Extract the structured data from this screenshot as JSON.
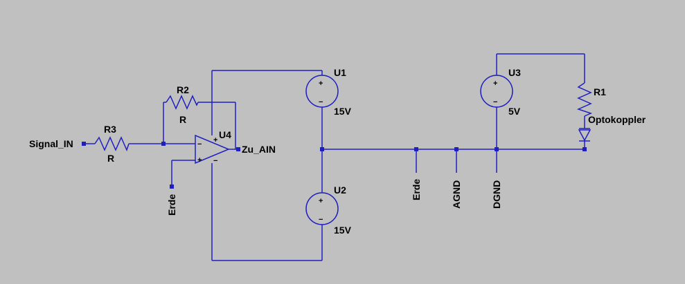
{
  "colors": {
    "background": "#c0c0c0",
    "wire": "#1f1fbf",
    "text": "#000000"
  },
  "components": {
    "r3": {
      "ref": "R3",
      "value": "R"
    },
    "r2": {
      "ref": "R2",
      "value": "R"
    },
    "r1": {
      "ref": "R1"
    },
    "u4": {
      "ref": "U4",
      "plus": "+",
      "minus": "−"
    },
    "u1": {
      "ref": "U1",
      "value": "15V",
      "plus": "+",
      "minus": "−"
    },
    "u2": {
      "ref": "U2",
      "value": "15V",
      "plus": "+",
      "minus": "−"
    },
    "u3": {
      "ref": "U3",
      "value": "5V",
      "plus": "+",
      "minus": "−"
    },
    "d1": {
      "label": "Optokoppler"
    }
  },
  "nets": {
    "signal_in": "Signal_IN",
    "zu_ain": "Zu_AIN",
    "erde_left": "Erde",
    "erde": "Erde",
    "agnd": "AGND",
    "dgnd": "DGND"
  }
}
